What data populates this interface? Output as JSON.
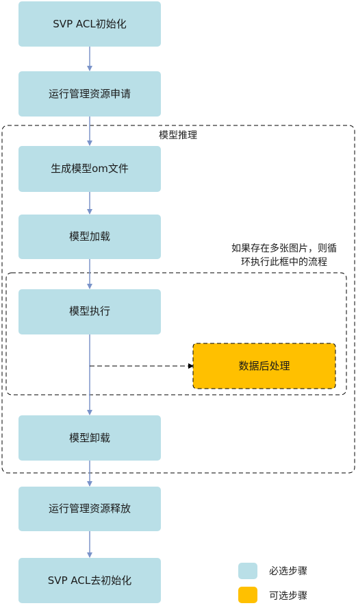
{
  "steps": {
    "svp_init": "SVP ACL初始化",
    "res_apply": "运行管理资源申请",
    "gen_om": "生成模型om文件",
    "model_load": "模型加载",
    "model_exec": "模型执行",
    "post_process": "数据后处理",
    "model_unload": "模型卸载",
    "res_release": "运行管理资源释放",
    "svp_deinit": "SVP ACL去初始化"
  },
  "regions": {
    "inference_label": "模型推理",
    "loop_note_line1": "如果存在多张图片，则循",
    "loop_note_line2": "环执行此框中的流程"
  },
  "legend": {
    "required": "必选步骤",
    "optional": "可选步骤"
  },
  "colors": {
    "required_fill": "#b9dfe7",
    "optional_fill": "#ffc000",
    "arrow": "#7a93c9"
  }
}
